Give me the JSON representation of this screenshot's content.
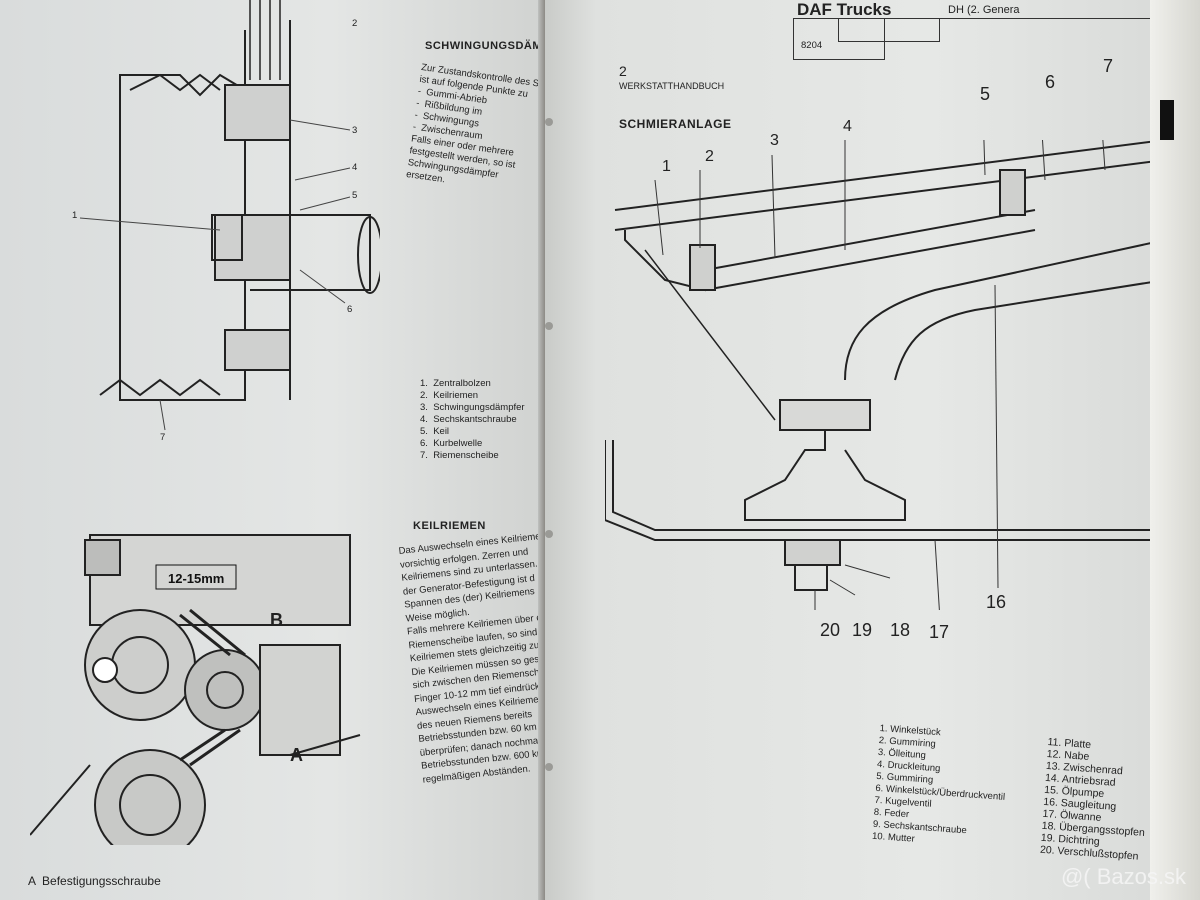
{
  "left": {
    "top_ref": "2",
    "damper": {
      "heading": "SCHWINGUNGSDÄMPFER",
      "body": "Zur Zustandskontrolle des Sc\nist auf folgende Punkte zu\n-  Gummi-Abrieb\n-  Rißbildung im\n-  Schwingungs\n-  Zwischenraum\nFalls einer oder mehrere\nfestgestellt werden, so ist\nSchwingungsdämpfer\nersetzen.",
      "legend": [
        "1.  Zentralbolzen",
        "2.  Keilriemen",
        "3.  Schwingungsdämpfer",
        "4.  Sechskantschraube",
        "5.  Keil",
        "6.  Kurbelwelle",
        "7.  Riemenscheibe"
      ],
      "labels": [
        "1",
        "2",
        "3",
        "4",
        "5",
        "6",
        "7"
      ]
    },
    "belt": {
      "heading": "KEILRIEMEN",
      "body": "Das Auswechseln eines Keilriemen\nvorsichtig erfolgen. Zerren und\nKeilriemens sind zu unterlassen.\nder Generator-Befestigung ist d\nSpannen des (der) Keilriemens\nWeise möglich.\nFalls mehrere Keilriemen über eine\nRiemenscheibe laufen, so sind\nKeilriemen stets gleichzeitig zu\nDie Keilriemen müssen so gespan\nsich zwischen den Riemensch\nFinger 10-12 mm tief eindrück\nAuswechseln eines Keilriemens\ndes neuen Riemens bereits\nBetriebsstunden bzw. 60 km\nüberprüfen; danach nochmals\nBetriebsstunden bzw. 600 km\nregelmäßigen Abständen.",
      "dim": "12-15mm",
      "label_a": "A",
      "label_b": "B",
      "footer": "A  Befestigungsschraube"
    }
  },
  "right": {
    "brand": "DAF Trucks",
    "code": "8204",
    "model": "DH (2. Genera",
    "page_no": "2",
    "manual": "WERKSTATTHANDBUCH",
    "heading": "SCHMIERANLAGE",
    "callouts": [
      "1",
      "2",
      "3",
      "4",
      "5",
      "6",
      "7",
      "16",
      "17",
      "18",
      "19",
      "20"
    ],
    "legend_left": [
      "1. Winkelstück",
      "2. Gummiring",
      "3. Ölleitung",
      "4. Druckleitung",
      "5. Gummiring",
      "6. Winkelstück/Überdruckventil",
      "7. Kugelventil",
      "8. Feder",
      "9. Sechskantschraube",
      "10. Mutter"
    ],
    "legend_right": [
      "11. Platte",
      "12. Nabe",
      "13. Zwischenrad",
      "14. Antriebsrad",
      "15. Ölpumpe",
      "16. Saugleitung",
      "17. Ölwanne",
      "18. Übergangsstopfen",
      "19. Dichtring",
      "20. Verschlußstopfen"
    ]
  },
  "watermark": "@( Bazos.sk"
}
